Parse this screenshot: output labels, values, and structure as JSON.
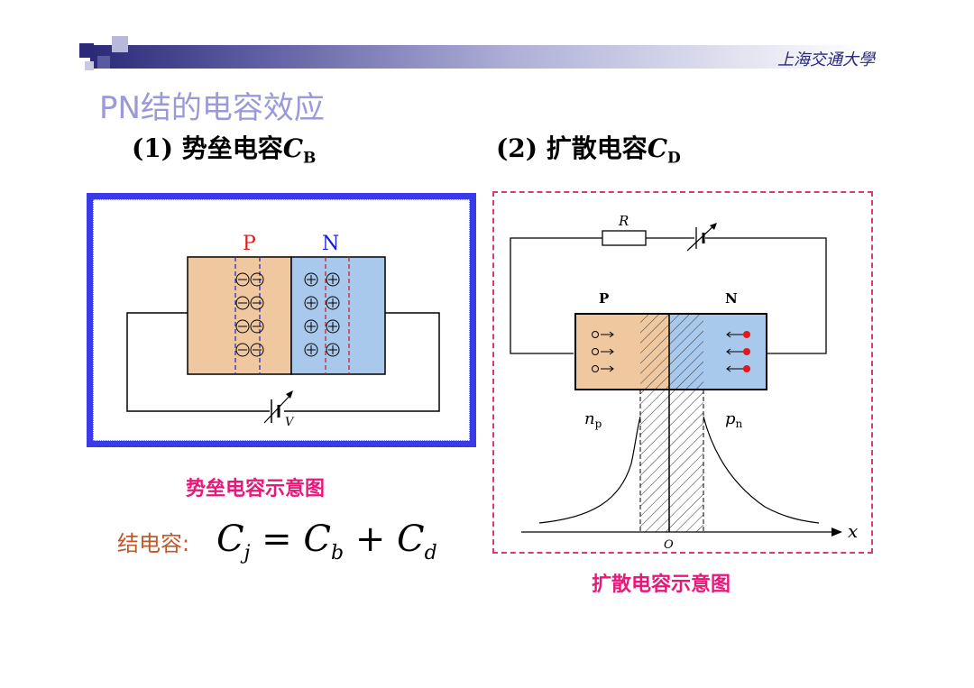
{
  "header": {
    "logo_text": "上海交通大學"
  },
  "slide": {
    "title": "PN结的电容效应",
    "subtitle_left": {
      "num": "(1)",
      "text": "势垒电容",
      "symbol": "C",
      "subscript": "B"
    },
    "subtitle_right": {
      "num": "(2)",
      "text": "扩散电容",
      "symbol": "C",
      "subscript": "D"
    }
  },
  "barrier_diagram": {
    "p_label": "P",
    "n_label": "N",
    "voltage_label": "V",
    "caption": "势垒电容示意图"
  },
  "diffusion_diagram": {
    "resistor_label": "R",
    "p_label": "P",
    "n_label": "N",
    "np_label": "n",
    "np_sub": "p",
    "pn_label": "p",
    "pn_sub": "n",
    "axis_label": "x",
    "origin_label": "O",
    "caption": "扩散电容示意图"
  },
  "formula": {
    "label": "结电容:",
    "lhs": "C",
    "lhs_sub": "j",
    "eq": "=",
    "t1": "C",
    "t1_sub": "b",
    "plus": "+",
    "t2": "C",
    "t2_sub": "d"
  },
  "colors": {
    "p_region": "#f0c8a0",
    "n_region": "#a8c8ec",
    "accent_title": "#9a9ad8",
    "caption": "#e8187a",
    "panel_border": "#3a3ae8"
  }
}
